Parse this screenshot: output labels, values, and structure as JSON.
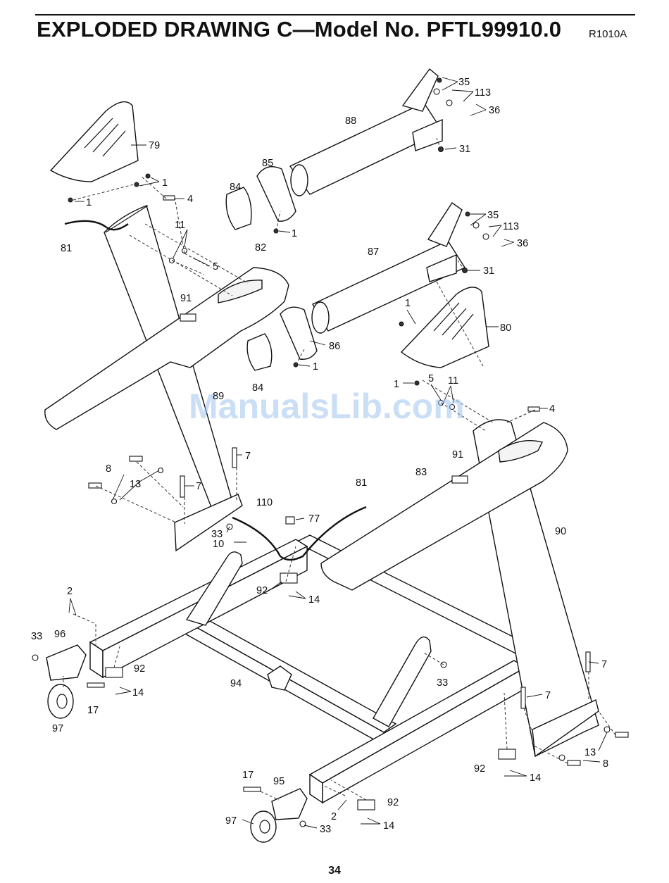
{
  "page": {
    "title": "EXPLODED DRAWING C—Model No. PFTL99910.0",
    "code": "R1010A",
    "page_number": "34"
  },
  "watermark": "ManualsLib.com",
  "callouts": [
    {
      "label": "35"
    },
    {
      "label": "113"
    },
    {
      "label": "36"
    },
    {
      "label": "88"
    },
    {
      "label": "31"
    },
    {
      "label": "79"
    },
    {
      "label": "1"
    },
    {
      "label": "1"
    },
    {
      "label": "4"
    },
    {
      "label": "85"
    },
    {
      "label": "84"
    },
    {
      "label": "1"
    },
    {
      "label": "81"
    },
    {
      "label": "11"
    },
    {
      "label": "5"
    },
    {
      "label": "82"
    },
    {
      "label": "35"
    },
    {
      "label": "113"
    },
    {
      "label": "36"
    },
    {
      "label": "87"
    },
    {
      "label": "31"
    },
    {
      "label": "91"
    },
    {
      "label": "1"
    },
    {
      "label": "80"
    },
    {
      "label": "86"
    },
    {
      "label": "1"
    },
    {
      "label": "84"
    },
    {
      "label": "1"
    },
    {
      "label": "5"
    },
    {
      "label": "11"
    },
    {
      "label": "4"
    },
    {
      "label": "89"
    },
    {
      "label": "91"
    },
    {
      "label": "7"
    },
    {
      "label": "8"
    },
    {
      "label": "13"
    },
    {
      "label": "7"
    },
    {
      "label": "81"
    },
    {
      "label": "83"
    },
    {
      "label": "110"
    },
    {
      "label": "77"
    },
    {
      "label": "33"
    },
    {
      "label": "10"
    },
    {
      "label": "90"
    },
    {
      "label": "92"
    },
    {
      "label": "14"
    },
    {
      "label": "2"
    },
    {
      "label": "33"
    },
    {
      "label": "96"
    },
    {
      "label": "92"
    },
    {
      "label": "14"
    },
    {
      "label": "94"
    },
    {
      "label": "33"
    },
    {
      "label": "17"
    },
    {
      "label": "97"
    },
    {
      "label": "7"
    },
    {
      "label": "7"
    },
    {
      "label": "13"
    },
    {
      "label": "8"
    },
    {
      "label": "92"
    },
    {
      "label": "14"
    },
    {
      "label": "17"
    },
    {
      "label": "95"
    },
    {
      "label": "92"
    },
    {
      "label": "2"
    },
    {
      "label": "97"
    },
    {
      "label": "33"
    },
    {
      "label": "14"
    }
  ]
}
